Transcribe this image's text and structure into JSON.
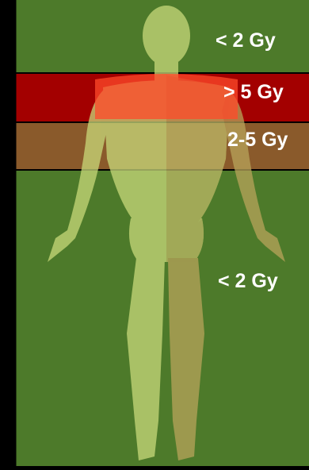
{
  "zones": {
    "upper_low": {
      "label": "< 2 Gy",
      "color": "#4d7a2a"
    },
    "high": {
      "label": "> 5 Gy",
      "color": "#a30000"
    },
    "moderate": {
      "label": "2-5 Gy",
      "color": "#8a5a2b"
    },
    "lower_low": {
      "label": "< 2 Gy",
      "color": "#4d7a2a"
    }
  },
  "figure": {
    "skin_color": "#c8d97a",
    "muscle_color": "#b8a45a",
    "overlay_red": "#ff4a2a"
  }
}
